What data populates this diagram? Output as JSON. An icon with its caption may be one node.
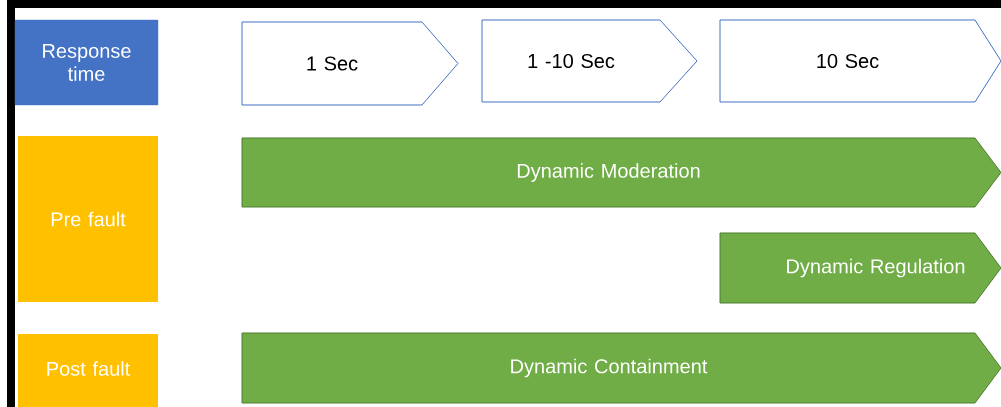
{
  "diagram": {
    "nodes": [
      {
        "text": [
          "Response time"
        ]
      },
      {
        "text": [
          "1 Sec"
        ]
      },
      {
        "text": [
          "1 -10 Sec"
        ]
      },
      {
        "text": [
          "10 Sec"
        ]
      },
      {
        "text": [
          "Pre fault"
        ]
      },
      {
        "text": [
          "Dynamic Moderation"
        ]
      },
      {
        "text": [
          "Dynamic Regulation"
        ]
      },
      {
        "text": [
          "Post fault"
        ]
      },
      {
        "text": [
          "Dynamic Containment"
        ]
      }
    ]
  }
}
